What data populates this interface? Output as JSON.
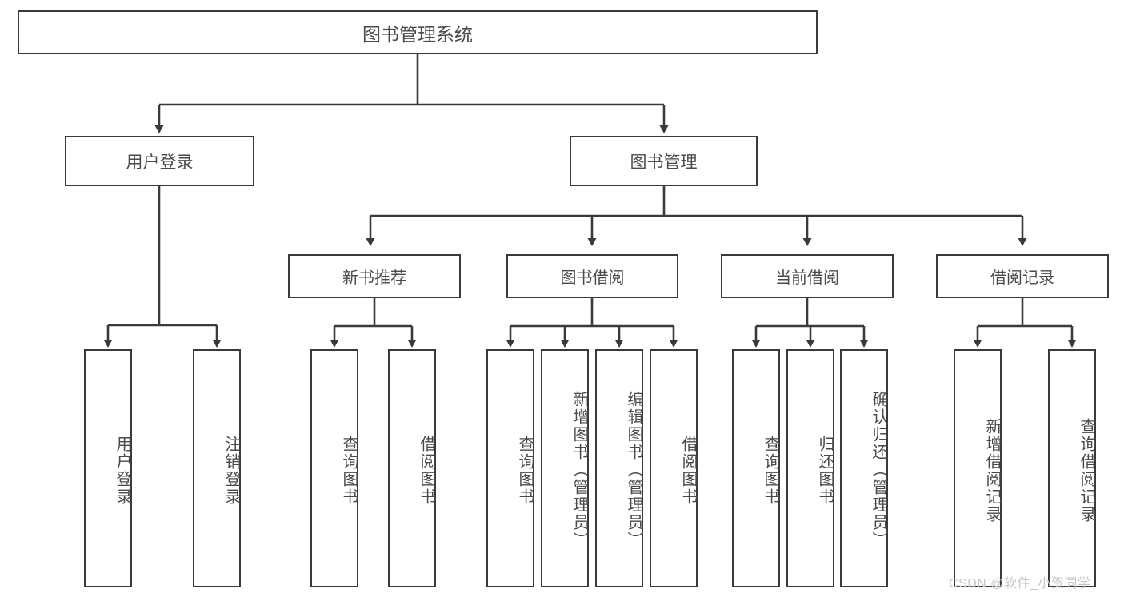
{
  "diagram": {
    "title": "图书管理系统",
    "type": "hierarchy-tree",
    "watermark": "CSDN @软件_小贺同学",
    "colors": {
      "line": "#3a3a3a",
      "box_border": "#3a3a3a",
      "box_fill": "#ffffff",
      "text": "#4a4a4a",
      "background": "#ffffff",
      "watermark": "#c7c7c7"
    },
    "root": {
      "label": "图书管理系统"
    },
    "level1": [
      {
        "label": "用户登录"
      },
      {
        "label": "图书管理"
      }
    ],
    "level2": [
      {
        "label": "新书推荐"
      },
      {
        "label": "图书借阅"
      },
      {
        "label": "当前借阅"
      },
      {
        "label": "借阅记录"
      }
    ],
    "leaves": {
      "user_login": [
        {
          "label": "用户登录"
        },
        {
          "label": "注销登录"
        }
      ],
      "new_book_recommend": [
        {
          "label": "查询图书"
        },
        {
          "label": "借阅图书"
        }
      ],
      "book_borrow": [
        {
          "label": "查询图书"
        },
        {
          "label": "新增图书（管理员）"
        },
        {
          "label": "编辑图书（管理员）"
        },
        {
          "label": "借阅图书"
        }
      ],
      "current_borrow": [
        {
          "label": "查询图书"
        },
        {
          "label": "归还图书"
        },
        {
          "label": "确认归还（管理员）"
        }
      ],
      "borrow_record": [
        {
          "label": "新增借阅记录"
        },
        {
          "label": "查询借阅记录"
        }
      ]
    }
  }
}
